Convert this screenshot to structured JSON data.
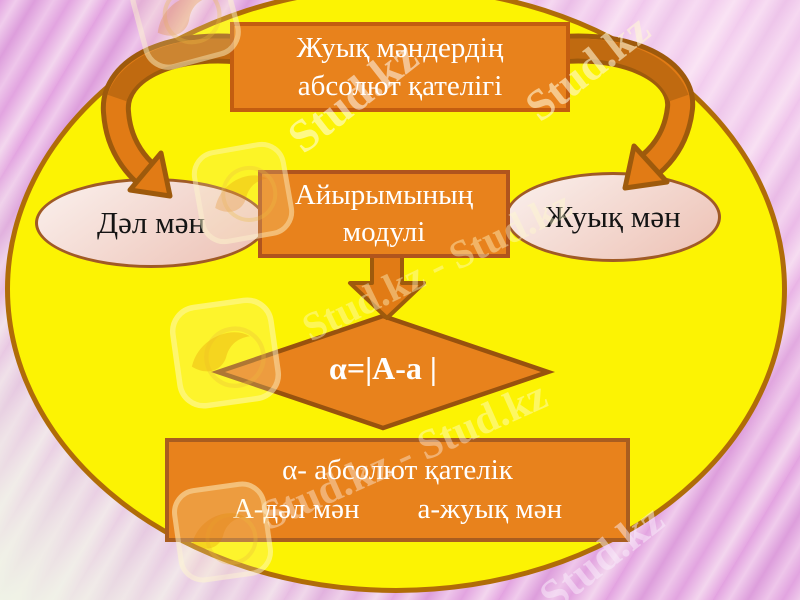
{
  "slide": {
    "top_box": {
      "line1": "Жуық мәндердің",
      "line2": "абсолют қателігі"
    },
    "middle_box": {
      "line1": "Айырымының",
      "line2": "модулі"
    },
    "left_ellipse_label": "Дәл мән",
    "right_ellipse_label": "Жуық мән",
    "diamond_formula": "α=|A-a |",
    "bottom_box": {
      "line1": "α- абсолют қателік",
      "line2_left": "А-дәл мән",
      "line2_right": "а-жуық мән"
    }
  },
  "watermarks": {
    "texts": [
      "Stud.kz",
      "Stud.kz",
      "Stud.kz - Stud.kz",
      "Stud.kz - Stud.kz",
      "Stud.kz"
    ]
  },
  "colors": {
    "shape_fill": "#e8821c",
    "shape_border": "#a95d1f",
    "arrow_fill": "#e17b15",
    "arrow_outline": "#9e5a0c",
    "big_ellipse_fill": "#fcf303",
    "big_ellipse_border": "#b06c08",
    "small_ellipse_fill": "#f3d5cc",
    "small_ellipse_border": "#a05a26",
    "background_pink": "#e7ace4",
    "text_on_orange": "#ffffff",
    "text_on_pale": "#141414"
  }
}
